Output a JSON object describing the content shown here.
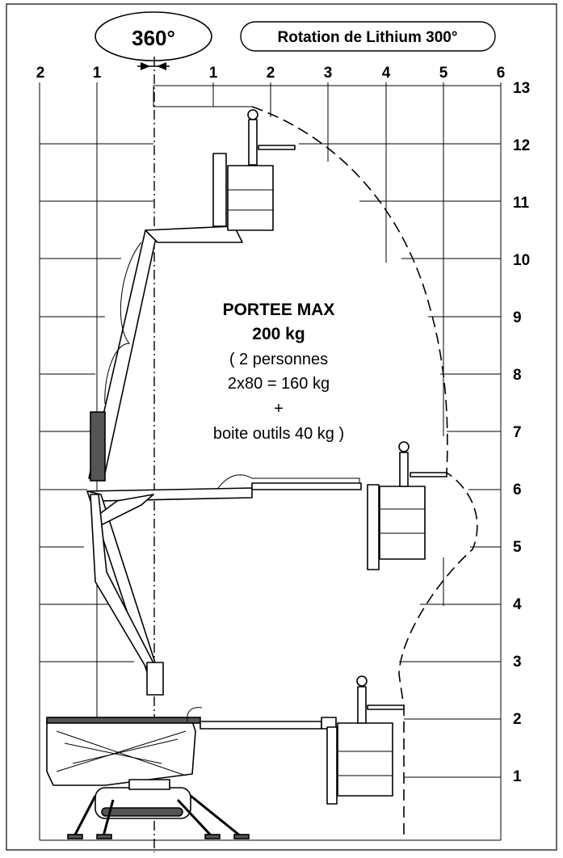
{
  "header": {
    "rotation_label": "360°",
    "rotation_badge": "Rotation de Lithium 300°"
  },
  "axes": {
    "x_ticks": [
      "2",
      "1",
      "1",
      "2",
      "3",
      "4",
      "5",
      "6"
    ],
    "y_ticks": [
      "13",
      "12",
      "11",
      "10",
      "9",
      "8",
      "7",
      "6",
      "5",
      "4",
      "3",
      "2",
      "1"
    ]
  },
  "reach_text": {
    "line1": "PORTEE MAX",
    "line2": "200 kg",
    "line3": "( 2 personnes",
    "line4": "2x80 = 160 kg",
    "line5": "+",
    "line6": "boite outils 40 kg )"
  }
}
